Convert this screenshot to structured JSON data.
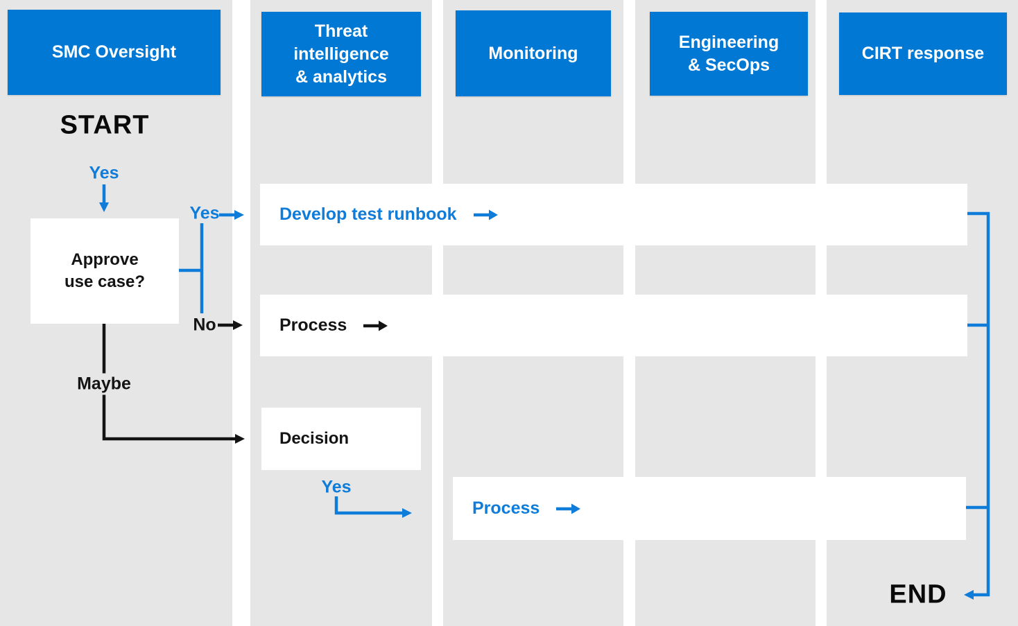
{
  "colors": {
    "lane_background": "#e6e6e6",
    "header_background": "#0078d4",
    "header_text": "#ffffff",
    "accent_blue": "#0f7cd9",
    "ink_black": "#141414",
    "node_background": "#ffffff"
  },
  "lanes": [
    {
      "title": "SMC Oversight",
      "lines": [
        "SMC Oversight"
      ]
    },
    {
      "title": "Threat intelligence & analytics",
      "lines": [
        "Threat",
        "intelligence",
        "& analytics"
      ]
    },
    {
      "title": "Monitoring",
      "lines": [
        "Monitoring"
      ]
    },
    {
      "title": "Engineering & SecOps",
      "lines": [
        "Engineering",
        "& SecOps"
      ]
    },
    {
      "title": "CIRT response",
      "lines": [
        "CIRT response"
      ]
    }
  ],
  "markers": {
    "start": "START",
    "end": "END"
  },
  "branch_labels": {
    "yes_start": "Yes",
    "yes_approve": "Yes",
    "no_approve": "No",
    "maybe_approve": "Maybe",
    "yes_decision": "Yes"
  },
  "nodes": {
    "approve_use_case": {
      "title": "Approve use case?",
      "lines": [
        "Approve",
        "use case?"
      ]
    },
    "develop_test_runbook": "Develop test runbook",
    "process_no_path": "Process",
    "decision": "Decision",
    "process_yes_path": "Process"
  },
  "icons": {
    "arrow_right_icon": "→",
    "arrow_down_icon": "↓",
    "arrow_left_icon": "←"
  }
}
